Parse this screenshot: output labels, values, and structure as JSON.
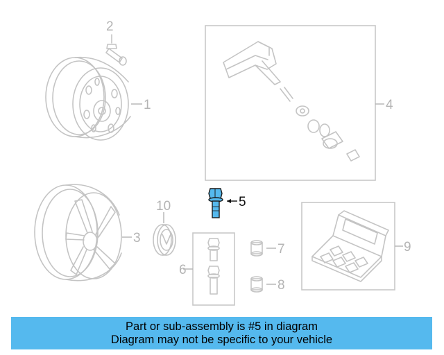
{
  "callouts": {
    "c1": "1",
    "c2": "2",
    "c3": "3",
    "c4": "4",
    "c5": "5",
    "c6": "6",
    "c7": "7",
    "c8": "8",
    "c9": "9",
    "c10": "10"
  },
  "highlight": {
    "part_number": "5",
    "color": "#55b9ee"
  },
  "banner": {
    "line1": "Part or sub-assembly is #5 in diagram",
    "line2": "Diagram may not be specific to your vehicle"
  },
  "colors": {
    "banner_bg": "#55b9ee",
    "parts_gray": "#c4c4c4",
    "callout_gray": "#b4b4b4",
    "active_text": "#111111"
  }
}
